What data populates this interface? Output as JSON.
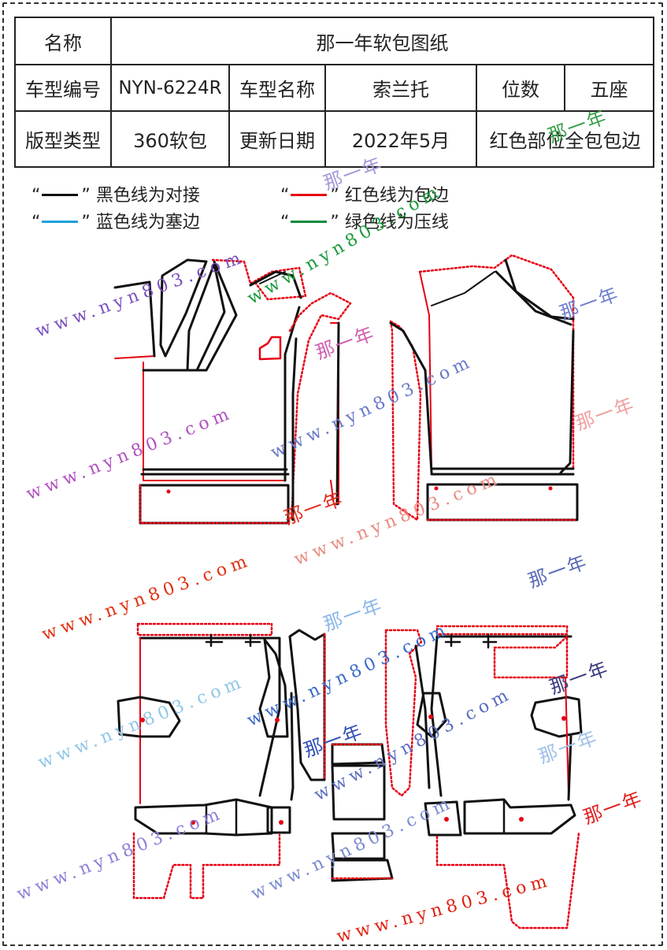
{
  "table": {
    "row1": {
      "name_label": "名称",
      "name_value": "那一年软包图纸"
    },
    "row2": {
      "model_code_label": "车型编号",
      "model_code": "NYN-6224R",
      "model_name_label": "车型名称",
      "model_name": "索兰托",
      "seats_label": "位数",
      "seats": "五座"
    },
    "row3": {
      "type_label": "版型类型",
      "type": "360软包",
      "update_label": "更新日期",
      "update": "2022年5月",
      "note": "红色部位全包包边"
    }
  },
  "legend": {
    "open_quote": "“",
    "close_quote": "”",
    "black": {
      "text": "黑色线为对接",
      "color": "#111111"
    },
    "red": {
      "text": "红色线为包边",
      "color": "#e60012"
    },
    "blue": {
      "text": "蓝色线为塞边",
      "color": "#1ea0dc"
    },
    "green": {
      "text": "绿色线为压线",
      "color": "#0a8a3a"
    }
  },
  "watermarks": {
    "url": "www.nyn803.com",
    "cn": "那一年"
  }
}
